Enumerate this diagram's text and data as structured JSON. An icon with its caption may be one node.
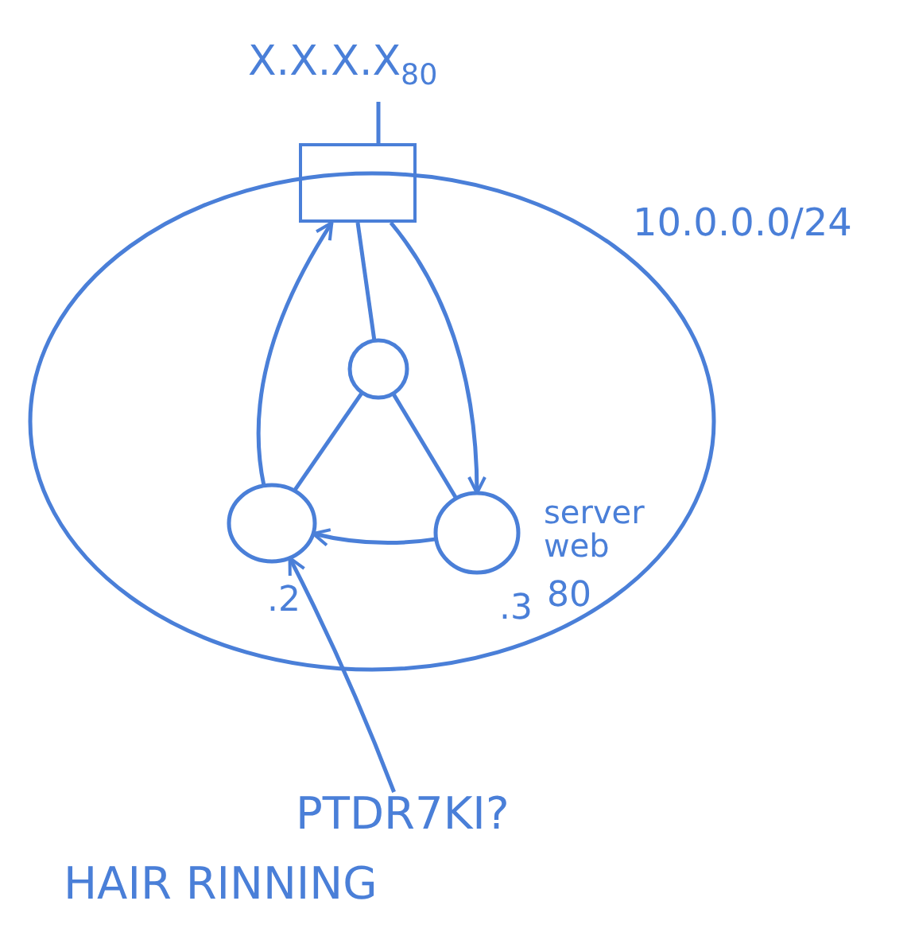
{
  "diagram": {
    "nodes": [
      {
        "text": [
          "10.0.0.0/24"
        ]
      },
      {
        "text": [
          "X.X.X.X$_{80}$"
        ]
      },
      {
        "text": [],
        "shape": "circle",
        "in": 0
      },
      {
        "text": [],
        "shape": "circle",
        "in": 0,
        "beside": [
          ".2"
        ]
      },
      {
        "text": [],
        "shape": "circle",
        "in": 0,
        "beside": [
          "server web",
          ".3",
          "80"
        ]
      },
      {
        "text": [
          "PTDR7KI?"
        ]
      }
    ],
    "edges": [
      {
        "from": null,
        "to": 1,
        "arrow": "none"
      },
      {
        "from": 1,
        "to": 2,
        "arrow": "none"
      },
      {
        "from": 2,
        "to": 3,
        "arrow": "none"
      },
      {
        "from": 2,
        "to": 4,
        "arrow": "none"
      },
      {
        "from": 3,
        "to": 1,
        "arrow": "to"
      },
      {
        "from": 1,
        "to": 4,
        "arrow": "to"
      },
      {
        "from": 4,
        "to": 3,
        "arrow": "to"
      },
      {
        "from": 5,
        "to": 3,
        "arrow": "to"
      }
    ],
    "labels": [
      "HAIR RINNING"
    ]
  }
}
